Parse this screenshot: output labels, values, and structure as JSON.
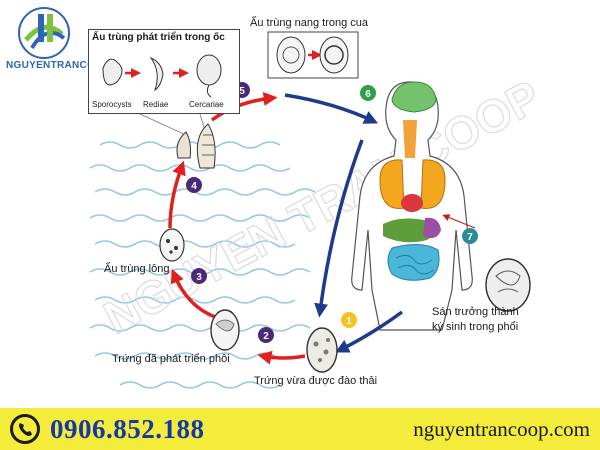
{
  "brand": {
    "logo_text": "NGUYENTRANCOOP",
    "phone": "0906.852.188",
    "website": "nguyentrancoop.com",
    "watermark": "NGUYEN TRAN COOP"
  },
  "inset": {
    "title": "Ấu trùng phát triển trong ốc",
    "stages": [
      "Sporocysts",
      "Rediae",
      "Cercariae"
    ]
  },
  "labels": {
    "crab_title": "Ấu trùng nang trong cua",
    "miracidium": "Ấu trùng lông",
    "developed_egg": "Trứng đã phát triển phôi",
    "excreted_egg": "Trứng vừa được đào thải",
    "adult_line1": "Sán trưởng thành",
    "adult_line2": "ký sinh trong phổi"
  },
  "steps": [
    "1",
    "2",
    "3",
    "4",
    "5",
    "6",
    "7"
  ],
  "colors": {
    "arrow_red": "#e0201c",
    "arrow_blue": "#1f3a8a",
    "step_purple": "#4b2a7a",
    "step_green": "#2e9e4a",
    "step_teal": "#2c8c96",
    "step_yellow": "#f4c21e",
    "water": "#8fc7e8",
    "footer_bg": "#f4ec3a",
    "phone_text": "#1736a8"
  }
}
